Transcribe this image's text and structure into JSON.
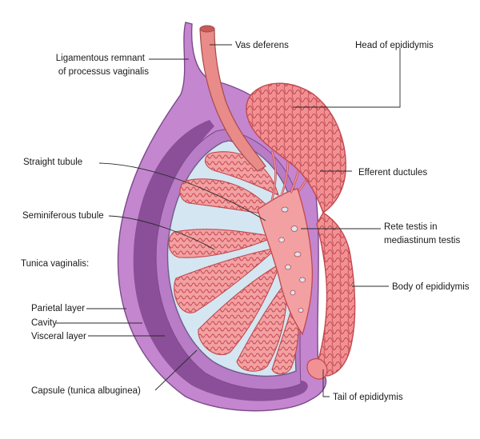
{
  "labels": {
    "ligamentous_1": "Ligamentous remnant",
    "ligamentous_2": "of processus vaginalis",
    "vas_deferens": "Vas deferens",
    "head_epididymis": "Head of epididymis",
    "straight_tubule": "Straight tubule",
    "efferent_ductules": "Efferent ductules",
    "seminiferous_tubule": "Seminiferous tubule",
    "rete_1": "Rete testis in",
    "rete_2": "mediastinum testis",
    "tunica_vaginalis": "Tunica vaginalis:",
    "body_epididymis": "Body of epididymis",
    "parietal_layer": "Parietal layer",
    "cavity": "Cavity",
    "visceral_layer": "Visceral layer",
    "capsule": "Capsule (tunica albuginea)",
    "tail_epididymis": "Tail of epididymis"
  },
  "colors": {
    "outer_sac": "#c486cf",
    "cavity": "#8a4f98",
    "visceral": "#b97cc6",
    "capsule_interior": "#d4e6f1",
    "tubule_fill": "#f3a0a2",
    "tubule_stroke": "#c2484e",
    "vas_deferens": "#e98b88",
    "epididymis": "#f19194",
    "sac_outline": "#7c4a8a"
  }
}
